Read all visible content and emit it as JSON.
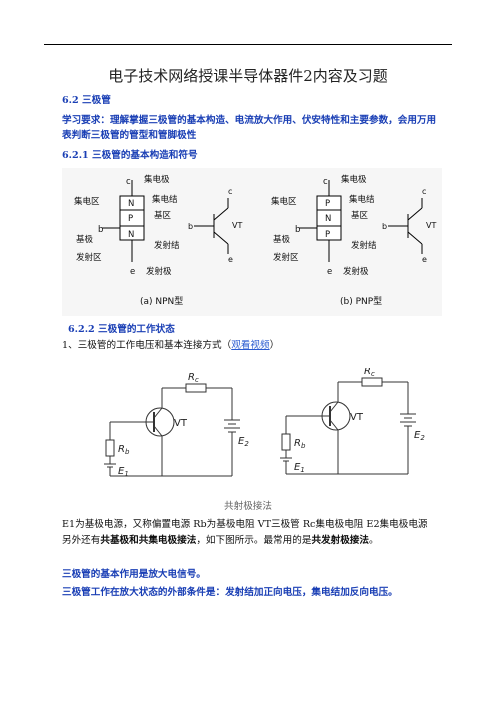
{
  "doc": {
    "title": "电子技术网络授课半导体器件2内容及习题",
    "s62": "6.2 三极管",
    "req_line1": "学习要求：理解掌握三极管的基本构造、电流放大作用、伏安特性和主要参数，会用万用",
    "req_line2": "表判断三极管的管型和管脚极性",
    "s621": "6.2.1 三极管的基本构造和符号",
    "s622": "6.2.2 三极管的工作状态",
    "item1_prefix": "1、三极管的工作电压和基本连接方式（",
    "item1_link": "观看视频",
    "item1_suffix": "）",
    "fig_caption": "共射极接法",
    "desc_line1": "E1为基极电源，又称偏置电源 Rb为基极电阻 VT三极管   Rc集电极电阻 E2集电极电源",
    "desc_line2_a": "另外还有",
    "desc_line2_b": "共基极和共集电极接法",
    "desc_line2_c": "，如下图所示。最常用的是",
    "desc_line2_d": "共发射极接法",
    "desc_line2_e": "。",
    "basic_role": "三极管的基本作用是放大电信号。",
    "amp_cond": "三极管工作在放大状态的外部条件是：发射结加正向电压，集电结加反向电压。"
  },
  "fig1": {
    "npn": {
      "c": "c",
      "collector": "集电极",
      "collector_region": "集电区",
      "cj": "集电结",
      "n_top": "N",
      "p": "P",
      "n_bot": "N",
      "b": "b",
      "base_region": "基区",
      "base": "基极",
      "ej": "发射结",
      "emitter_region": "发射区",
      "e": "e",
      "emitter": "发射极",
      "caption": "(a) NPN型"
    },
    "pnp": {
      "c": "c",
      "collector": "集电极",
      "collector_region": "集电区",
      "cj": "集电结",
      "p_top": "P",
      "n": "N",
      "p_bot": "P",
      "b": "b",
      "base_region": "基区",
      "base": "基极",
      "ej": "发射结",
      "emitter_region": "发射区",
      "e": "e",
      "emitter": "发射极",
      "caption": "(b) PNP型"
    },
    "sym": {
      "c": "c",
      "b": "b",
      "e": "e",
      "vt": "VT"
    }
  },
  "fig2": {
    "rc": "R",
    "rc_sub": "c",
    "rb": "R",
    "rb_sub": "b",
    "vt": "VT",
    "e1": "E",
    "e1_sub": "1",
    "e2": "E",
    "e2_sub": "2"
  }
}
